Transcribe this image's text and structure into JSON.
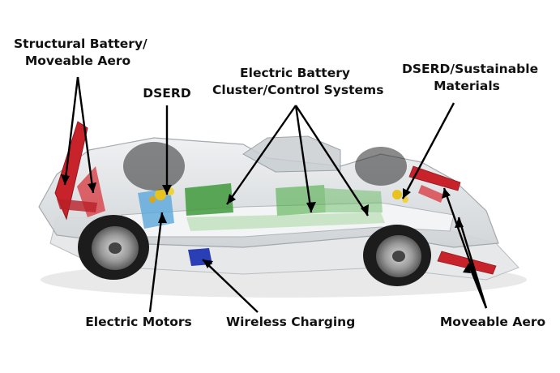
{
  "labels": {
    "structural_battery": {
      "line1": "Structural Battery/",
      "line2": "Moveable Aero"
    },
    "dserd": "DSERD",
    "electric_battery": {
      "line1": "Electric Battery",
      "line2": "Cluster/Control Systems"
    },
    "dserd_sustainable": {
      "line1": "DSERD/Sustainable",
      "line2": "Materials"
    },
    "electric_motors": "Electric Motors",
    "wireless_charging": "Wireless Charging",
    "moveable_aero": "Moveable Aero"
  },
  "colors": {
    "pointer": "#000000",
    "aero_red": "#c8232b",
    "battery_green": "#3f9a3c",
    "motor_blue": "#5aa8dc",
    "charging_blue": "#2a3fb5",
    "dserd_yellow": "#e8c21f",
    "body_glass": "#dcdfe2",
    "tire": "#1c1c1c"
  }
}
